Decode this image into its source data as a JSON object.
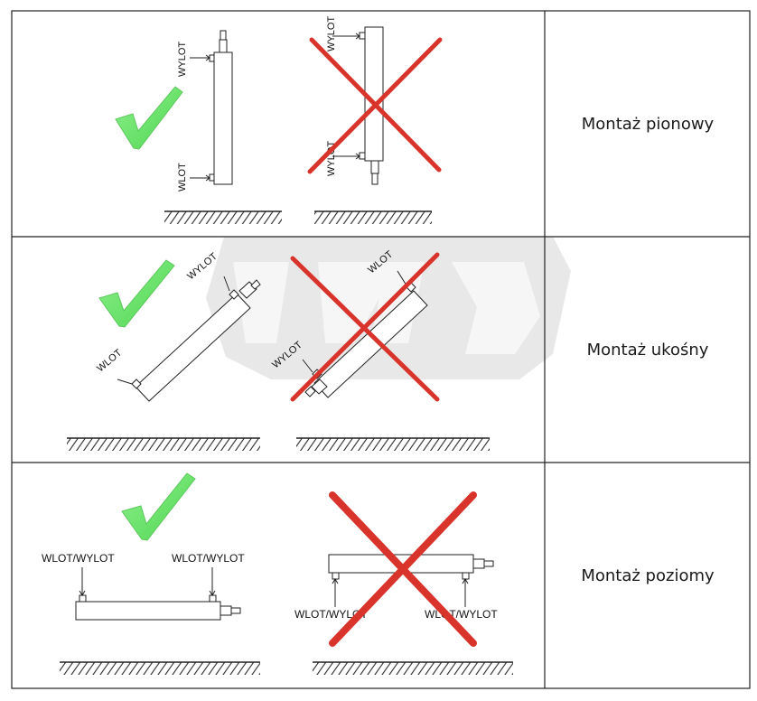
{
  "rows": [
    {
      "label": "Montaż pionowy",
      "correct": {
        "inlet": "WLOT",
        "outlet": "WYLOT"
      },
      "wrong": {
        "top": "WYLOT",
        "bottom": "WYLOT"
      }
    },
    {
      "label": "Montaż ukośny",
      "correct": {
        "inlet": "WLOT",
        "outlet": "WYLOT"
      },
      "wrong": {
        "top": "WLOT",
        "bottom": "WYLOT"
      }
    },
    {
      "label": "Montaż poziomy",
      "correct": {
        "left": "WLOT/WYLOT",
        "right": "WLOT/WYLOT"
      },
      "wrong": {
        "left": "WLOT/WYLOT",
        "right": "WLOT/WYLOT"
      }
    }
  ],
  "colors": {
    "check": "#66e066",
    "cross": "#d9342b",
    "line": "#222222",
    "watermark": "#e3e3e3"
  },
  "icons": {
    "ok": "check-mark-icon",
    "bad": "cross-mark-icon"
  }
}
